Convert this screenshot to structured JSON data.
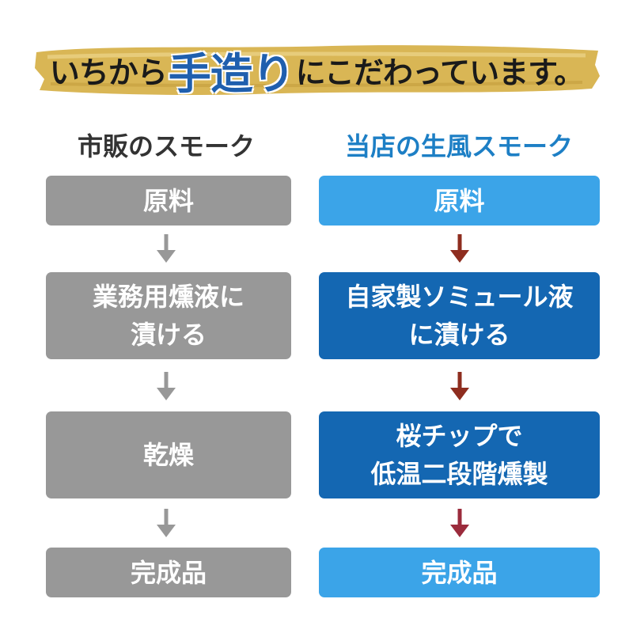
{
  "banner": {
    "text_before": "いちから",
    "text_highlight": "手造り",
    "text_after": "にこだわっています。",
    "gold_color": "#d9b655"
  },
  "left_column": {
    "title": "市販のスモーク",
    "box_color": "#989898",
    "arrow_color": "#989898",
    "steps": [
      {
        "lines": [
          "原料"
        ]
      },
      {
        "lines": [
          "業務用燻液に",
          "漬ける"
        ]
      },
      {
        "lines": [
          "乾燥"
        ]
      },
      {
        "lines": [
          "完成品"
        ]
      }
    ]
  },
  "right_column": {
    "title": "当店の生風スモーク",
    "title_color": "#1d7fc5",
    "light_box_color": "#3ba4e8",
    "dark_box_color": "#1467b2",
    "arrow_colors": [
      "#8e2d1f",
      "#8e2d1f",
      "#9b2b3c"
    ],
    "steps": [
      {
        "lines": [
          "原料"
        ]
      },
      {
        "lines": [
          "自家製ソミュール液",
          "に漬ける"
        ]
      },
      {
        "lines": [
          "桜チップで",
          "低温二段階燻製"
        ]
      },
      {
        "lines": [
          "完成品"
        ]
      }
    ]
  }
}
